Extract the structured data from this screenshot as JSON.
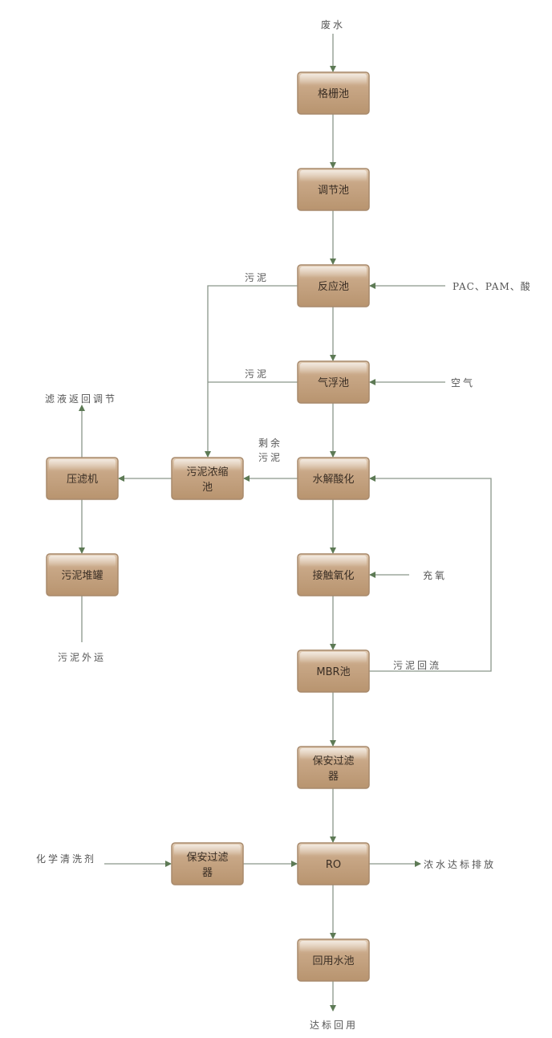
{
  "nodes": {
    "screen": "格栅池",
    "regulate": "调节池",
    "reaction": "反应池",
    "flotation": "气浮池",
    "hydrolysis": "水解酸化",
    "contact_ox": "接触氧化",
    "mbr": "MBR池",
    "filter1_l1": "保安过滤",
    "filter1_l2": "器",
    "ro": "RO",
    "reuse": "回用水池",
    "thicken_l1": "污泥浓缩",
    "thicken_l2": "池",
    "press": "压滤机",
    "storage": "污泥堆罐",
    "filter2_l1": "保安过滤",
    "filter2_l2": "器"
  },
  "labels": {
    "wastewater": "废水",
    "reuse_out": "达标回用",
    "chemicals": "PAC、PAM、酸",
    "air": "空气",
    "oxygen": "充氧",
    "sludge_return": "污泥回流",
    "concentrate": "浓水达标排放",
    "cleaning": "化学清洗剂",
    "filtrate": "滤液返回调节",
    "sludge_out": "污泥外运",
    "sludge1": "污泥",
    "sludge2": "污泥",
    "excess1": "剩余",
    "excess2": "污泥"
  }
}
